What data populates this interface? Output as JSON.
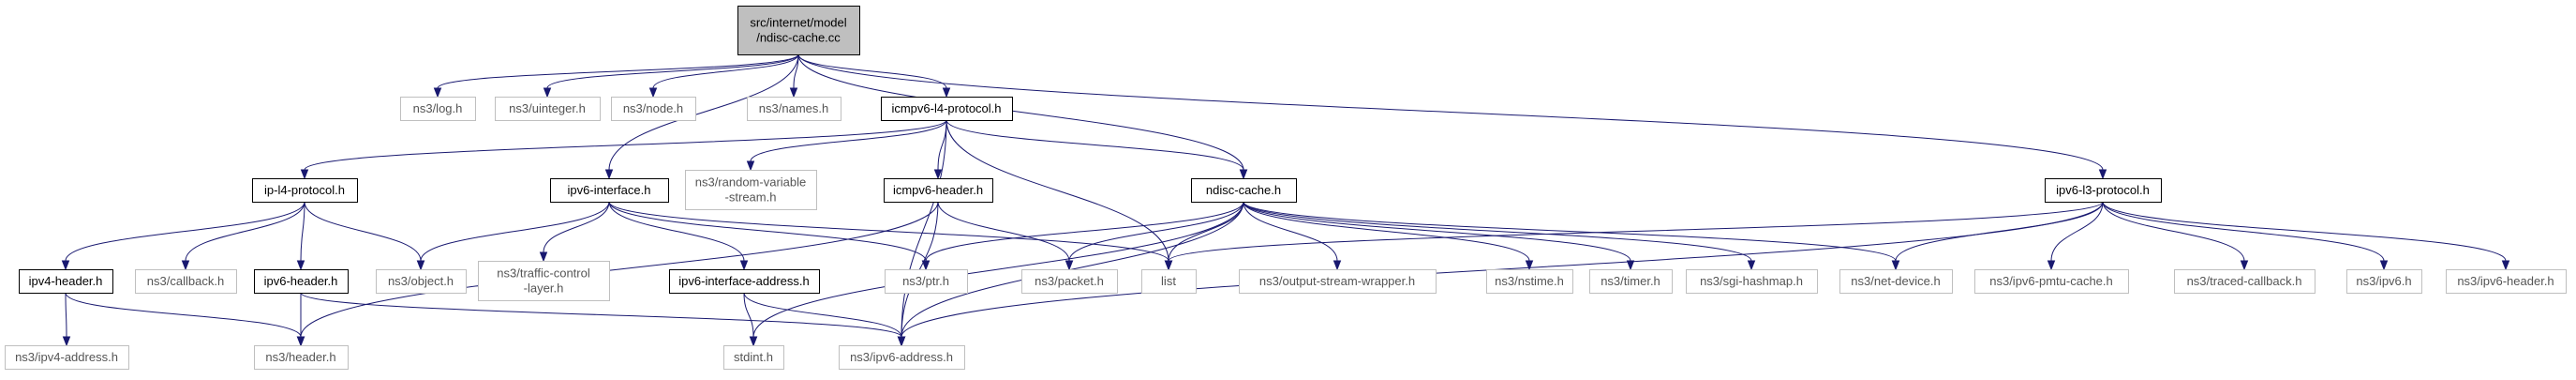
{
  "nodes": [
    {
      "id": "root",
      "lines": [
        "src/internet/model",
        "/ndisc-cache.cc"
      ],
      "kind": "root"
    },
    {
      "id": "log",
      "lines": [
        "ns3/log.h"
      ],
      "kind": "ext"
    },
    {
      "id": "uinteger",
      "lines": [
        "ns3/uinteger.h"
      ],
      "kind": "ext"
    },
    {
      "id": "node",
      "lines": [
        "ns3/node.h"
      ],
      "kind": "ext"
    },
    {
      "id": "names",
      "lines": [
        "ns3/names.h"
      ],
      "kind": "ext"
    },
    {
      "id": "icmpv6l4",
      "lines": [
        "icmpv6-l4-protocol.h"
      ],
      "kind": "solid"
    },
    {
      "id": "ipv6l3",
      "lines": [
        "ipv6-l3-protocol.h"
      ],
      "kind": "solid"
    },
    {
      "id": "ipl4",
      "lines": [
        "ip-l4-protocol.h"
      ],
      "kind": "solid"
    },
    {
      "id": "ipv6iface",
      "lines": [
        "ipv6-interface.h"
      ],
      "kind": "solid"
    },
    {
      "id": "randvar",
      "lines": [
        "ns3/random-variable",
        "-stream.h"
      ],
      "kind": "ext"
    },
    {
      "id": "icmpv6hdr",
      "lines": [
        "icmpv6-header.h"
      ],
      "kind": "solid"
    },
    {
      "id": "ndisc",
      "lines": [
        "ndisc-cache.h"
      ],
      "kind": "solid"
    },
    {
      "id": "ipv4hdr",
      "lines": [
        "ipv4-header.h"
      ],
      "kind": "solid"
    },
    {
      "id": "callback",
      "lines": [
        "ns3/callback.h"
      ],
      "kind": "ext"
    },
    {
      "id": "ipv6hdr",
      "lines": [
        "ipv6-header.h"
      ],
      "kind": "solid"
    },
    {
      "id": "object",
      "lines": [
        "ns3/object.h"
      ],
      "kind": "ext"
    },
    {
      "id": "tcl",
      "lines": [
        "ns3/traffic-control",
        "-layer.h"
      ],
      "kind": "ext"
    },
    {
      "id": "ipv6ifaddr",
      "lines": [
        "ipv6-interface-address.h"
      ],
      "kind": "solid"
    },
    {
      "id": "ptr",
      "lines": [
        "ns3/ptr.h"
      ],
      "kind": "ext"
    },
    {
      "id": "packet",
      "lines": [
        "ns3/packet.h"
      ],
      "kind": "ext"
    },
    {
      "id": "list",
      "lines": [
        "list"
      ],
      "kind": "ext"
    },
    {
      "id": "osw",
      "lines": [
        "ns3/output-stream-wrapper.h"
      ],
      "kind": "ext"
    },
    {
      "id": "nstime",
      "lines": [
        "ns3/nstime.h"
      ],
      "kind": "ext"
    },
    {
      "id": "timer",
      "lines": [
        "ns3/timer.h"
      ],
      "kind": "ext"
    },
    {
      "id": "sgi",
      "lines": [
        "ns3/sgi-hashmap.h"
      ],
      "kind": "ext"
    },
    {
      "id": "netdev",
      "lines": [
        "ns3/net-device.h"
      ],
      "kind": "ext"
    },
    {
      "id": "pmtu",
      "lines": [
        "ns3/ipv6-pmtu-cache.h"
      ],
      "kind": "ext"
    },
    {
      "id": "tracedcb",
      "lines": [
        "ns3/traced-callback.h"
      ],
      "kind": "ext"
    },
    {
      "id": "ipv6",
      "lines": [
        "ns3/ipv6.h"
      ],
      "kind": "ext"
    },
    {
      "id": "ns3ipv6hdr",
      "lines": [
        "ns3/ipv6-header.h"
      ],
      "kind": "ext"
    },
    {
      "id": "ipv4addr",
      "lines": [
        "ns3/ipv4-address.h"
      ],
      "kind": "ext"
    },
    {
      "id": "header",
      "lines": [
        "ns3/header.h"
      ],
      "kind": "ext"
    },
    {
      "id": "stdint",
      "lines": [
        "stdint.h"
      ],
      "kind": "ext"
    },
    {
      "id": "ipv6addr",
      "lines": [
        "ns3/ipv6-address.h"
      ],
      "kind": "ext"
    }
  ],
  "edges": [
    [
      "root",
      "log"
    ],
    [
      "root",
      "uinteger"
    ],
    [
      "root",
      "node"
    ],
    [
      "root",
      "names"
    ],
    [
      "root",
      "icmpv6l4"
    ],
    [
      "root",
      "ndisc"
    ],
    [
      "root",
      "ipv6l3"
    ],
    [
      "root",
      "ipv6iface"
    ],
    [
      "icmpv6l4",
      "ipl4"
    ],
    [
      "icmpv6l4",
      "randvar"
    ],
    [
      "icmpv6l4",
      "icmpv6hdr"
    ],
    [
      "icmpv6l4",
      "ndisc"
    ],
    [
      "icmpv6l4",
      "list"
    ],
    [
      "icmpv6l4",
      "ipv6addr"
    ],
    [
      "ipl4",
      "ipv4hdr"
    ],
    [
      "ipl4",
      "callback"
    ],
    [
      "ipl4",
      "ipv6hdr"
    ],
    [
      "ipl4",
      "object"
    ],
    [
      "ipv4hdr",
      "ipv4addr"
    ],
    [
      "ipv4hdr",
      "header"
    ],
    [
      "ipv6hdr",
      "header"
    ],
    [
      "ipv6hdr",
      "ipv6addr"
    ],
    [
      "ipv6iface",
      "object"
    ],
    [
      "ipv6iface",
      "tcl"
    ],
    [
      "ipv6iface",
      "ipv6ifaddr"
    ],
    [
      "ipv6iface",
      "ptr"
    ],
    [
      "ipv6iface",
      "list"
    ],
    [
      "ipv6ifaddr",
      "stdint"
    ],
    [
      "ipv6ifaddr",
      "ipv6addr"
    ],
    [
      "icmpv6hdr",
      "header"
    ],
    [
      "icmpv6hdr",
      "packet"
    ],
    [
      "icmpv6hdr",
      "ipv6addr"
    ],
    [
      "ndisc",
      "ptr"
    ],
    [
      "ndisc",
      "packet"
    ],
    [
      "ndisc",
      "list"
    ],
    [
      "ndisc",
      "osw"
    ],
    [
      "ndisc",
      "nstime"
    ],
    [
      "ndisc",
      "timer"
    ],
    [
      "ndisc",
      "sgi"
    ],
    [
      "ndisc",
      "netdev"
    ],
    [
      "ndisc",
      "stdint"
    ],
    [
      "ndisc",
      "ipv6addr"
    ],
    [
      "ipv6l3",
      "list"
    ],
    [
      "ipv6l3",
      "netdev"
    ],
    [
      "ipv6l3",
      "pmtu"
    ],
    [
      "ipv6l3",
      "tracedcb"
    ],
    [
      "ipv6l3",
      "ipv6"
    ],
    [
      "ipv6l3",
      "ns3ipv6hdr"
    ],
    [
      "ipv6l3",
      "ipv6addr"
    ]
  ]
}
